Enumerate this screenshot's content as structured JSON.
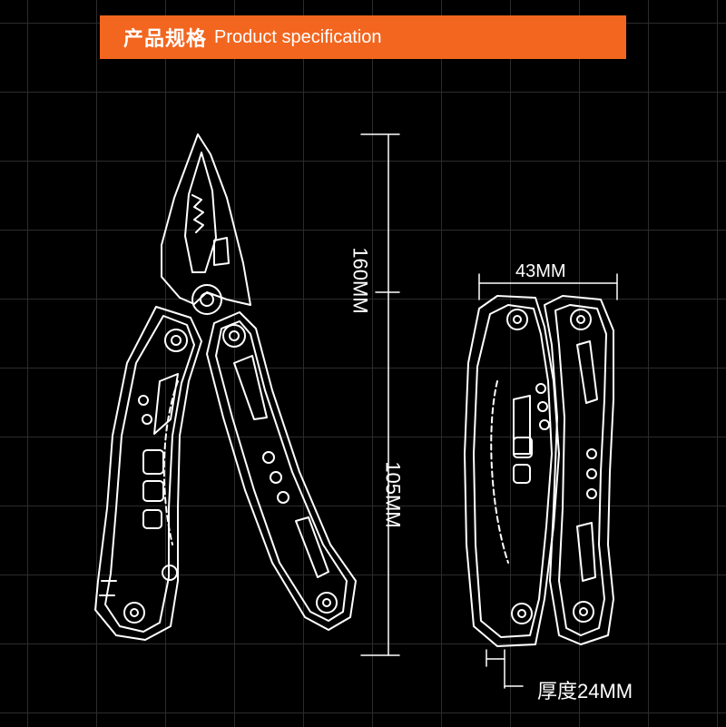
{
  "colors": {
    "accent": "#f2661f",
    "line": "#ffffff",
    "background": "#000000"
  },
  "header": {
    "title_cn": "产品规格",
    "title_en": "Product specification"
  },
  "dimensions": {
    "total_length": "160MM",
    "handle_length": "105MM",
    "width": "43MM",
    "thickness": "厚度24MM"
  }
}
